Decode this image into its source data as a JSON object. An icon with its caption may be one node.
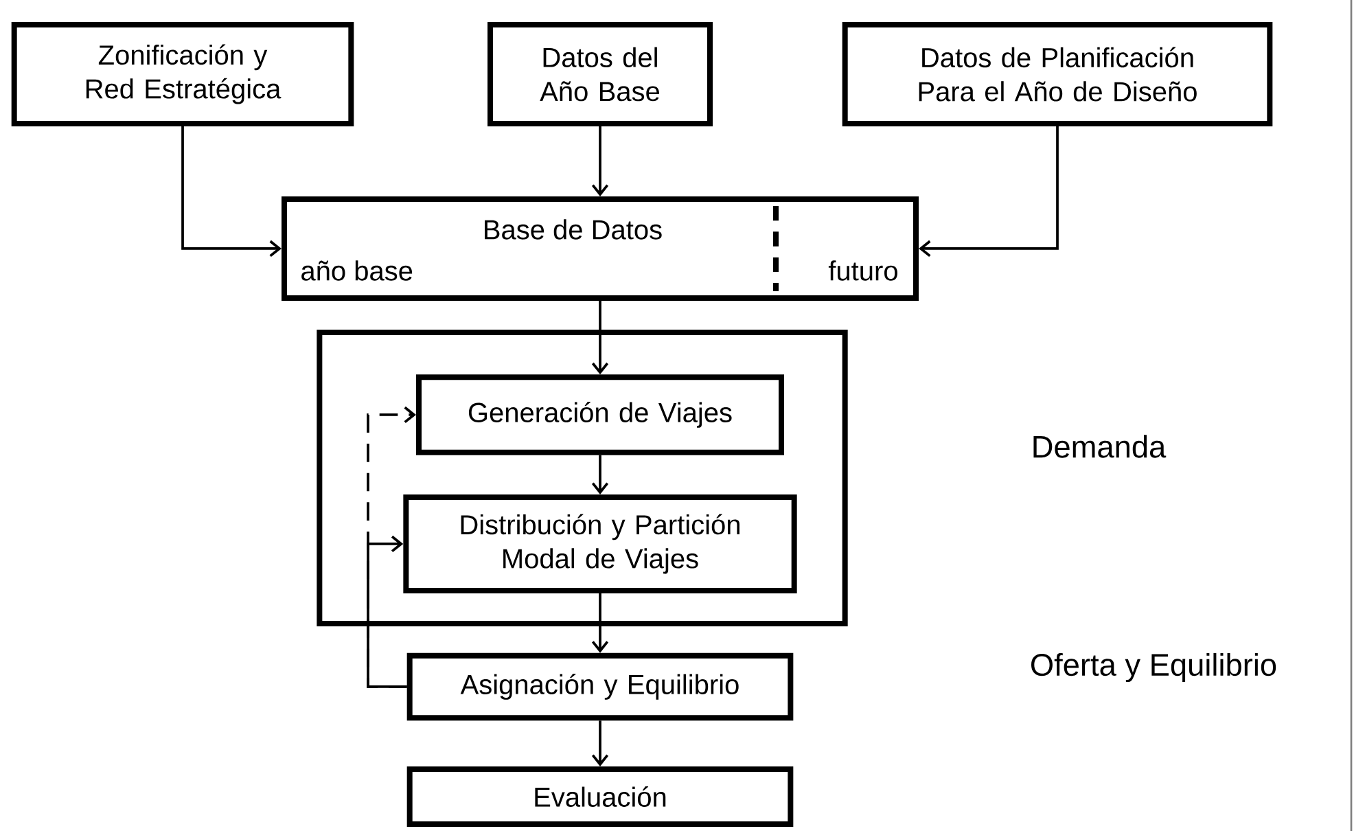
{
  "diagram": {
    "nodes": [
      {
        "text": [
          "Zonificación y Red Estratégica"
        ]
      },
      {
        "text": [
          "Datos del Año Base"
        ]
      },
      {
        "text": [
          "Datos de Planificación Para el Año de Diseño"
        ]
      },
      {
        "text": [
          "Base de Datos",
          "año base",
          "futuro"
        ]
      },
      {
        "text": [],
        "shape": "box"
      },
      {
        "text": [
          "Generación de Viajes"
        ],
        "in": 4
      },
      {
        "text": [
          "Distribución y Partición Modal de Viajes"
        ],
        "in": 4
      },
      {
        "text": [
          "Asignación y Equilibrio"
        ]
      },
      {
        "text": [
          "Evaluación"
        ]
      }
    ],
    "edges": [
      {
        "from": 0,
        "to": 3,
        "arrow": "to"
      },
      {
        "from": 1,
        "to": 3,
        "arrow": "to"
      },
      {
        "from": 2,
        "to": 3,
        "arrow": "to"
      },
      {
        "from": 3,
        "to": 5,
        "arrow": "to"
      },
      {
        "from": 5,
        "to": 6,
        "arrow": "to"
      },
      {
        "from": 6,
        "to": 7,
        "arrow": "to"
      },
      {
        "from": 7,
        "to": 6,
        "arrow": "to"
      },
      {
        "from": 7,
        "to": 5,
        "arrow": "to",
        "style": "dashed"
      },
      {
        "from": 7,
        "to": 8,
        "arrow": "to"
      }
    ],
    "labels": [
      "Demanda",
      "Oferta y Equilibrio"
    ]
  }
}
